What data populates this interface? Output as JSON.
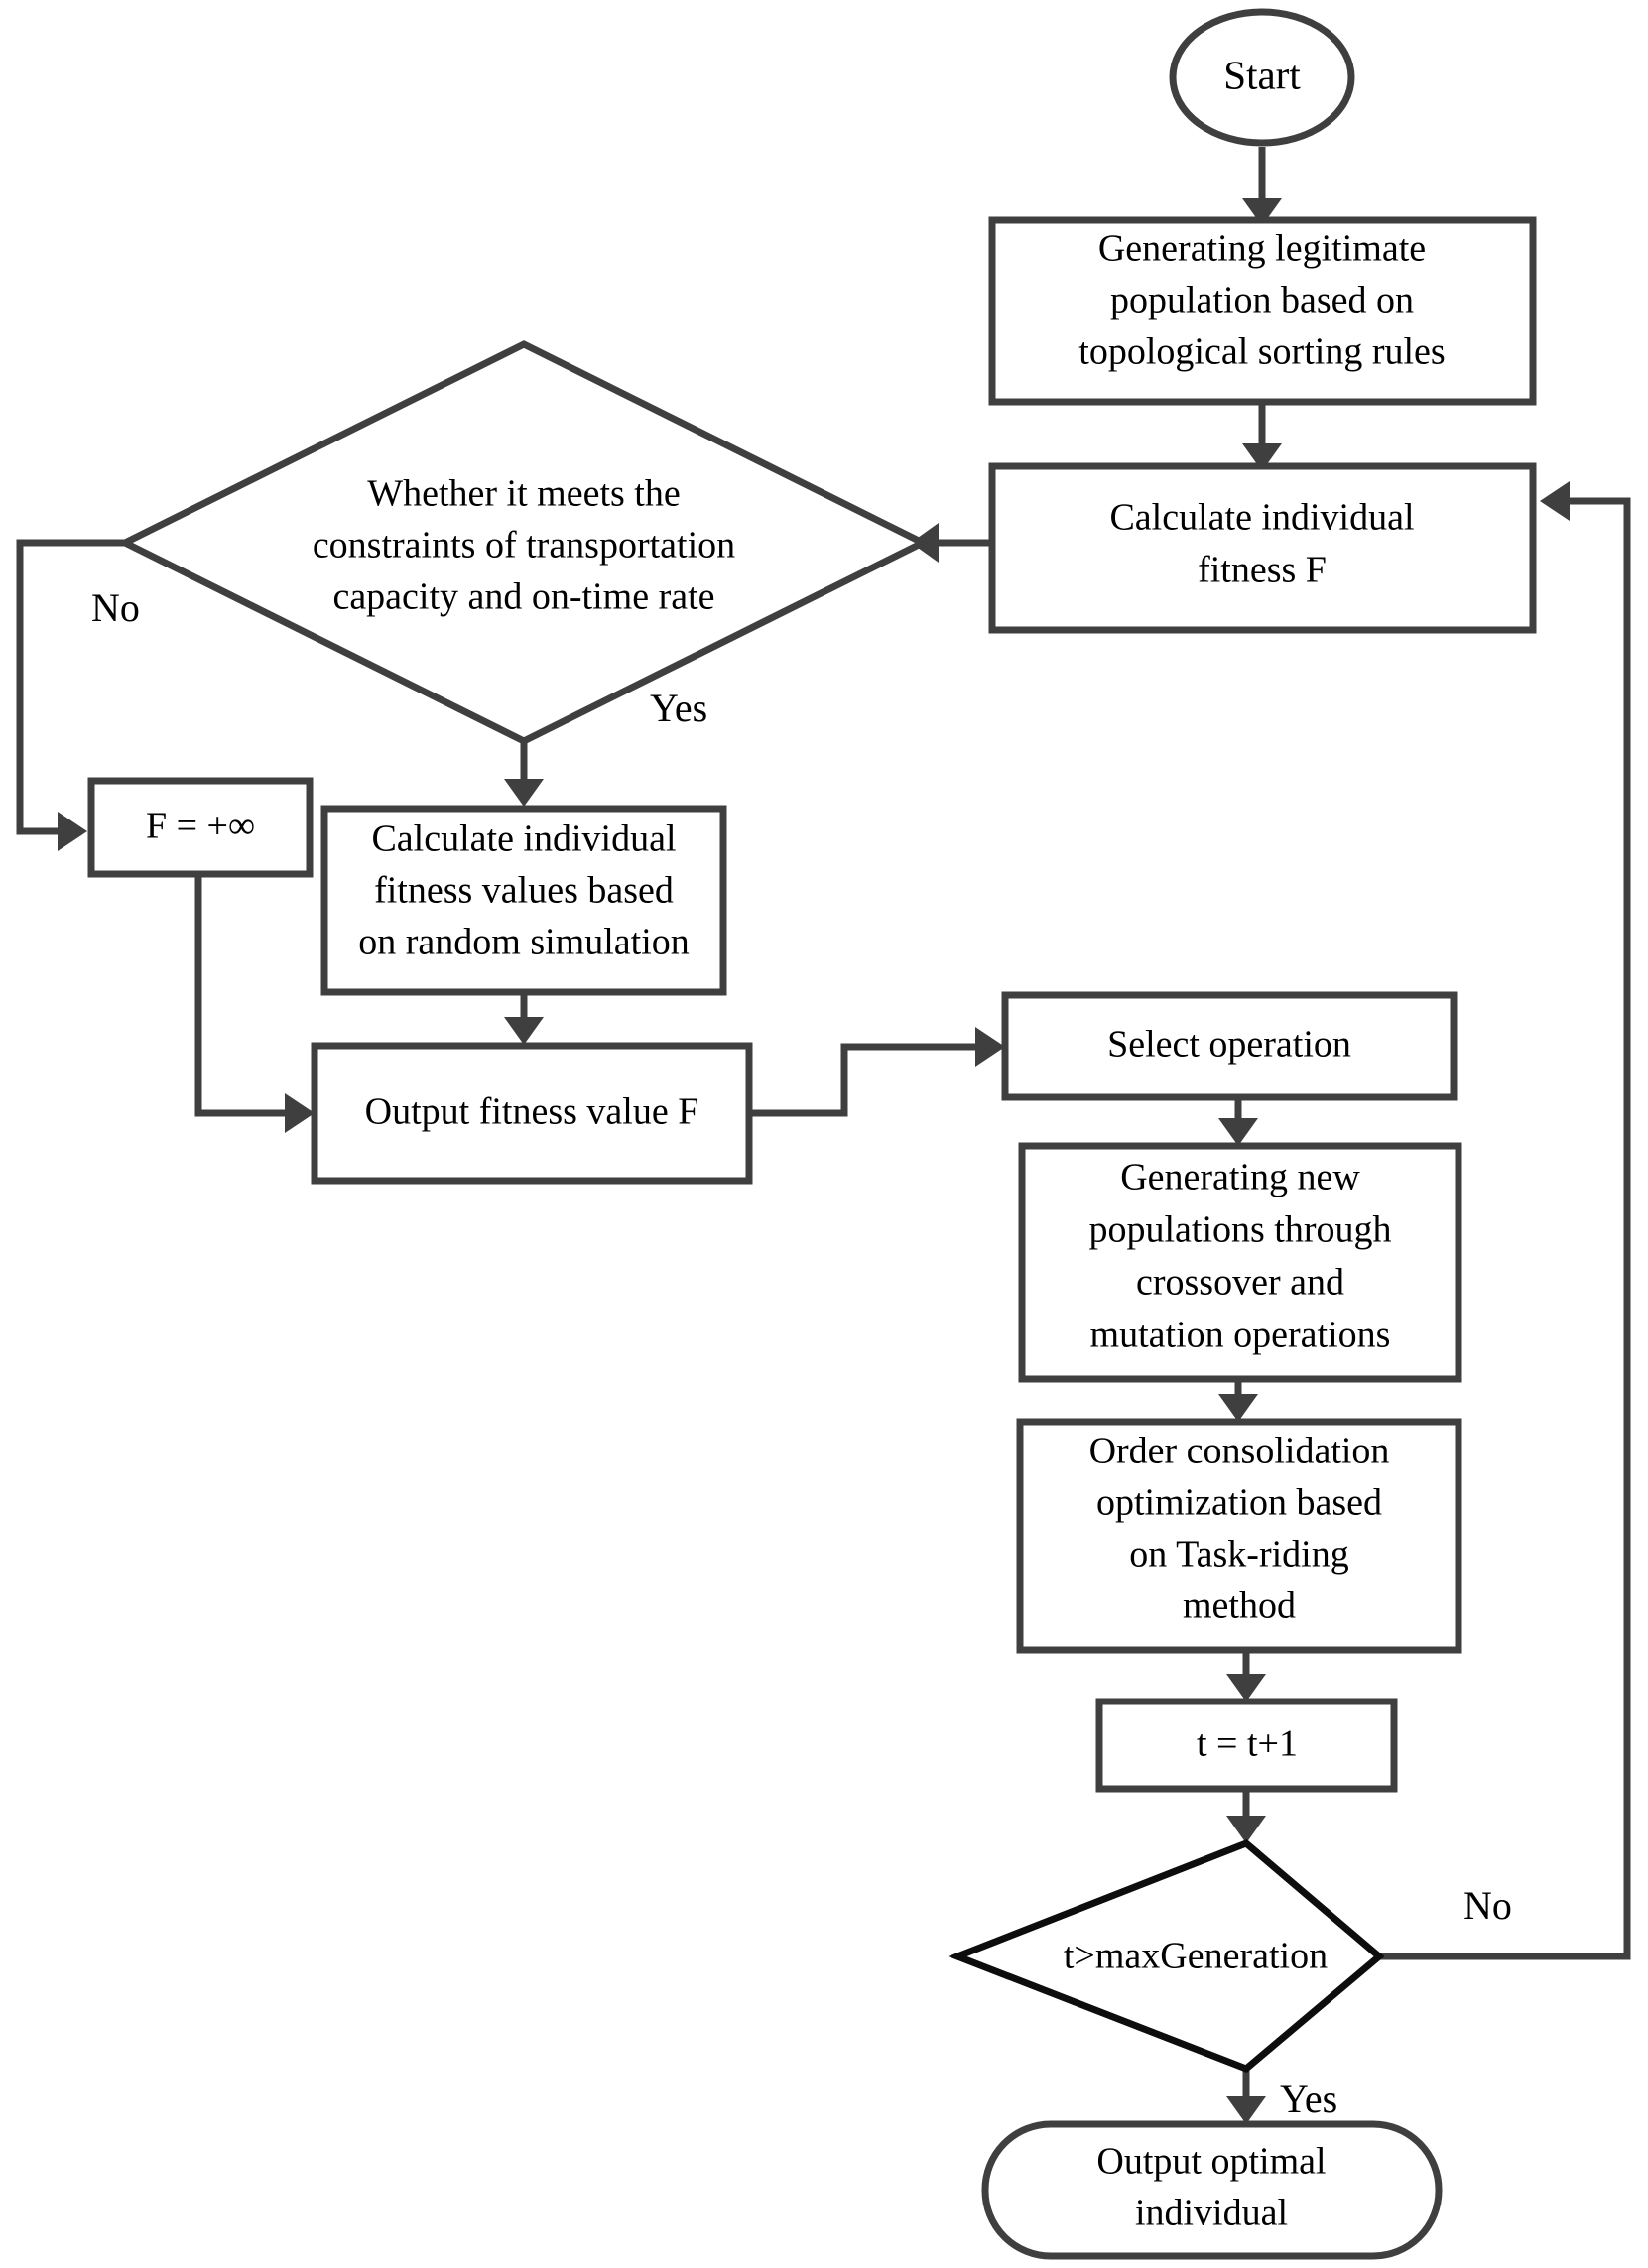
{
  "diagram": {
    "title": "Genetic algorithm flowchart for order consolidation optimization",
    "colors": {
      "stroke": "#3f3f3f",
      "stroke_dark": "#0d0d0d",
      "fill": "#ffffff",
      "text": "#000000"
    },
    "nodes": {
      "start": {
        "shape": "ellipse",
        "label": "Start"
      },
      "generate_population": {
        "shape": "rectangle",
        "lines": [
          "Generating legitimate",
          "population based on",
          "topological sorting rules"
        ]
      },
      "calc_fitness": {
        "shape": "rectangle",
        "lines": [
          "Calculate individual",
          "fitness F"
        ]
      },
      "constraint_decision": {
        "shape": "diamond",
        "lines": [
          "Whether it meets the",
          "constraints of transportation",
          "capacity and on-time rate"
        ]
      },
      "f_infinity": {
        "shape": "rectangle",
        "lines": [
          "F = +∞"
        ]
      },
      "calc_fitness_sim": {
        "shape": "rectangle",
        "lines": [
          "Calculate individual",
          "fitness values based",
          "on random simulation"
        ]
      },
      "output_fitness": {
        "shape": "rectangle",
        "lines": [
          "Output fitness value F"
        ]
      },
      "select_operation": {
        "shape": "rectangle",
        "lines": [
          "Select operation"
        ]
      },
      "generate_new_pop": {
        "shape": "rectangle",
        "lines": [
          "Generating new",
          "populations through",
          "crossover and",
          "mutation operations"
        ]
      },
      "order_consolidation": {
        "shape": "rectangle",
        "lines": [
          "Order consolidation",
          "optimization based",
          "on Task-riding",
          "method"
        ]
      },
      "increment_t": {
        "shape": "rectangle",
        "lines": [
          "t = t+1"
        ]
      },
      "max_gen_decision": {
        "shape": "diamond",
        "lines": [
          "t>maxGeneration"
        ]
      },
      "output_optimal": {
        "shape": "rounded-rectangle",
        "lines": [
          "Output optimal",
          "individual"
        ]
      }
    },
    "edge_labels": {
      "constraint_no": "No",
      "constraint_yes": "Yes",
      "maxgen_no": "No",
      "maxgen_yes": "Yes"
    }
  }
}
